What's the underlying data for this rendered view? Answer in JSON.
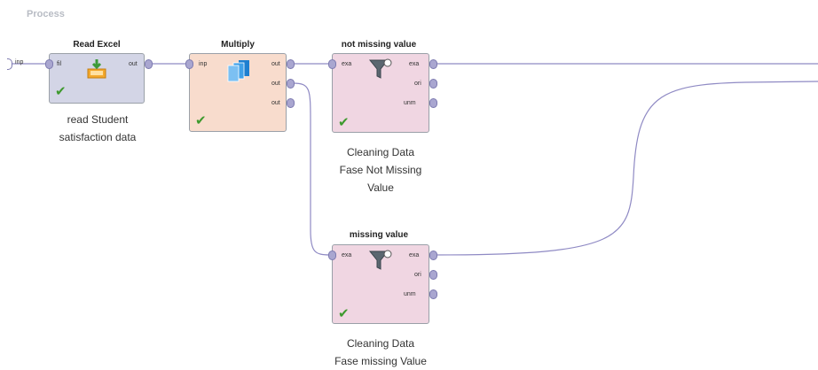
{
  "canvas": {
    "title": "Process",
    "input_port_label": "inp"
  },
  "operators": {
    "read_excel": {
      "title": "Read Excel",
      "ports": {
        "in": "fil",
        "out": "out"
      },
      "caption": [
        "read Student",
        "satisfaction data"
      ],
      "icon": "import-icon"
    },
    "multiply": {
      "title": "Multiply",
      "ports": {
        "in": "inp",
        "out1": "out",
        "out2": "out",
        "out3": "out"
      },
      "icon": "multiply-icon"
    },
    "not_missing": {
      "title": "not missing value",
      "ports": {
        "in": "exa",
        "out1": "exa",
        "out2": "ori",
        "out3": "unm"
      },
      "caption": [
        "Cleaning Data",
        "Fase Not Missing",
        "Value"
      ],
      "icon": "filter-icon"
    },
    "missing": {
      "title": "missing value",
      "ports": {
        "in": "exa",
        "out1": "exa",
        "out2": "ori",
        "out3": "unm"
      },
      "caption": [
        "Cleaning Data",
        "Fase missing Value"
      ],
      "icon": "filter-icon"
    }
  },
  "colors": {
    "wire": "#8f8ac4",
    "port": "#a9a6d0",
    "check": "#3e9a2e",
    "read_bg": "#d3d5e6",
    "multiply_bg": "#f8dccd",
    "filter_bg": "#f0d6e2"
  }
}
